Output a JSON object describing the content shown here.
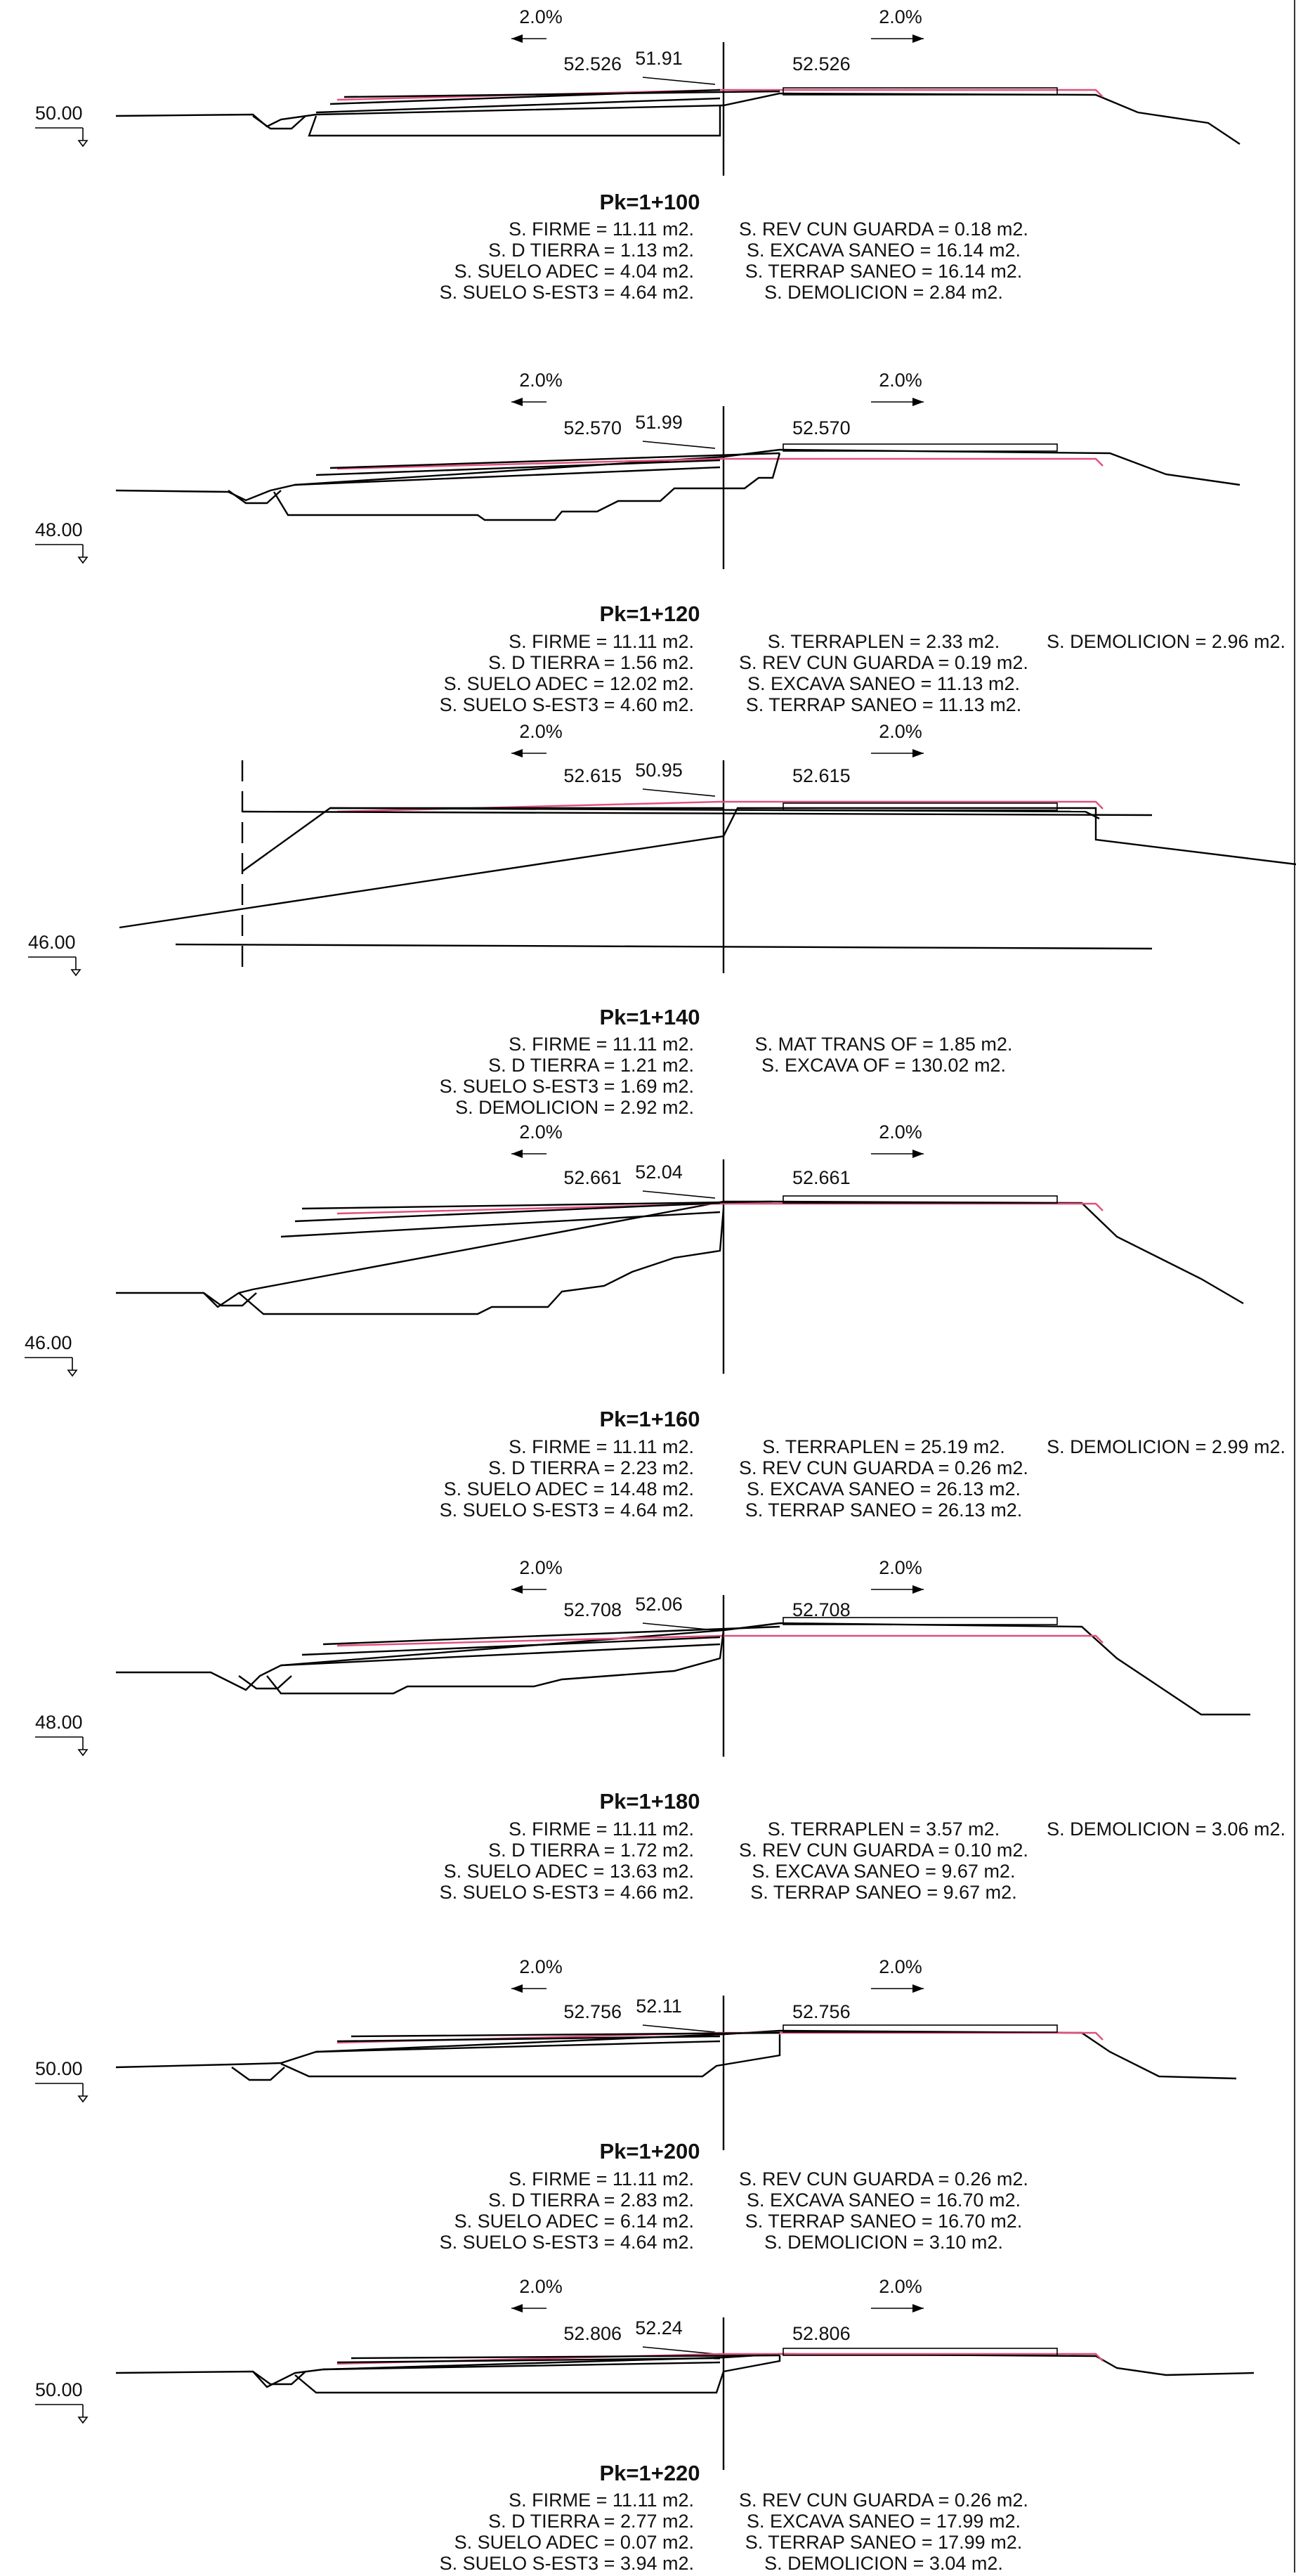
{
  "colors": {
    "line": "#000000",
    "proposed_surface": "#e0507a",
    "text": "#111111"
  },
  "sections": [
    {
      "pk": "Pk=1+100",
      "slope_left": "2.0%",
      "slope_right": "2.0%",
      "elev_left": "52.526",
      "elev_axis": "51.91",
      "elev_right": "52.526",
      "datum": "50.00",
      "areas_col1": [
        "S. FIRME =   11.11 m2.",
        "S. D TIERRA =    1.13 m2.",
        "S. SUELO ADEC =    4.04 m2.",
        "S. SUELO S-EST3 =    4.64 m2."
      ],
      "areas_col2": [
        "S. REV CUN GUARDA =    0.18 m2.",
        "S. EXCAVA SANEO =   16.14 m2.",
        "S. TERRAP SANEO =   16.14 m2.",
        "S. DEMOLICION =    2.84 m2."
      ],
      "areas_col3": []
    },
    {
      "pk": "Pk=1+120",
      "slope_left": "2.0%",
      "slope_right": "2.0%",
      "elev_left": "52.570",
      "elev_axis": "51.99",
      "elev_right": "52.570",
      "datum": "48.00",
      "areas_col1": [
        "S. FIRME =   11.11 m2.",
        "S. D TIERRA =    1.56 m2.",
        "S. SUELO ADEC =   12.02 m2.",
        "S. SUELO S-EST3 =    4.60 m2."
      ],
      "areas_col2": [
        "S. TERRAPLEN =    2.33 m2.",
        "S. REV CUN GUARDA =    0.19 m2.",
        "S. EXCAVA SANEO =   11.13 m2.",
        "S. TERRAP SANEO =   11.13 m2."
      ],
      "areas_col3": [
        "S. DEMOLICION =    2.96 m2."
      ]
    },
    {
      "pk": "Pk=1+140",
      "slope_left": "2.0%",
      "slope_right": "2.0%",
      "elev_left": "52.615",
      "elev_axis": "50.95",
      "elev_right": "52.615",
      "datum": "46.00",
      "areas_col1": [
        "S. FIRME =   11.11 m2.",
        "S. D TIERRA =    1.21 m2.",
        "S. SUELO S-EST3 =    1.69 m2.",
        "S. DEMOLICION =    2.92 m2."
      ],
      "areas_col2": [
        "S. MAT TRANS OF =    1.85 m2.",
        "S. EXCAVA OF =  130.02 m2."
      ],
      "areas_col3": []
    },
    {
      "pk": "Pk=1+160",
      "slope_left": "2.0%",
      "slope_right": "2.0%",
      "elev_left": "52.661",
      "elev_axis": "52.04",
      "elev_right": "52.661",
      "datum": "46.00",
      "areas_col1": [
        "S. FIRME =   11.11 m2.",
        "S. D TIERRA =    2.23 m2.",
        "S. SUELO ADEC =   14.48 m2.",
        "S. SUELO S-EST3 =    4.64 m2."
      ],
      "areas_col2": [
        "S. TERRAPLEN =   25.19 m2.",
        "S. REV CUN GUARDA =    0.26 m2.",
        "S. EXCAVA SANEO =   26.13 m2.",
        "S. TERRAP SANEO =   26.13 m2."
      ],
      "areas_col3": [
        "S. DEMOLICION =    2.99 m2."
      ]
    },
    {
      "pk": "Pk=1+180",
      "slope_left": "2.0%",
      "slope_right": "2.0%",
      "elev_left": "52.708",
      "elev_axis": "52.06",
      "elev_right": "52.708",
      "datum": "48.00",
      "areas_col1": [
        "S. FIRME =   11.11 m2.",
        "S. D TIERRA =    1.72 m2.",
        "S. SUELO ADEC =   13.63 m2.",
        "S. SUELO S-EST3 =    4.66 m2."
      ],
      "areas_col2": [
        "S. TERRAPLEN =    3.57 m2.",
        "S. REV CUN GUARDA =    0.10 m2.",
        "S. EXCAVA SANEO =    9.67 m2.",
        "S. TERRAP SANEO =    9.67 m2."
      ],
      "areas_col3": [
        "S. DEMOLICION =    3.06 m2."
      ]
    },
    {
      "pk": "Pk=1+200",
      "slope_left": "2.0%",
      "slope_right": "2.0%",
      "elev_left": "52.756",
      "elev_axis": "52.11",
      "elev_right": "52.756",
      "datum": "50.00",
      "areas_col1": [
        "S. FIRME =   11.11 m2.",
        "S. D TIERRA =    2.83 m2.",
        "S. SUELO ADEC =    6.14 m2.",
        "S. SUELO S-EST3 =    4.64 m2."
      ],
      "areas_col2": [
        "S. REV CUN GUARDA =    0.26 m2.",
        "S. EXCAVA SANEO =   16.70 m2.",
        "S. TERRAP SANEO =   16.70 m2.",
        "S. DEMOLICION =    3.10 m2."
      ],
      "areas_col3": []
    },
    {
      "pk": "Pk=1+220",
      "slope_left": "2.0%",
      "slope_right": "2.0%",
      "elev_left": "52.806",
      "elev_axis": "52.24",
      "elev_right": "52.806",
      "datum": "50.00",
      "areas_col1": [
        "S. FIRME =   11.11 m2.",
        "S. D TIERRA =    2.77 m2.",
        "S. SUELO ADEC =    0.07 m2.",
        "S. SUELO S-EST3 =    3.94 m2."
      ],
      "areas_col2": [
        "S. REV CUN GUARDA =    0.26 m2.",
        "S. EXCAVA SANEO =   17.99 m2.",
        "S. TERRAP SANEO =   17.99 m2.",
        "S. DEMOLICION =    3.04 m2."
      ],
      "areas_col3": []
    }
  ]
}
